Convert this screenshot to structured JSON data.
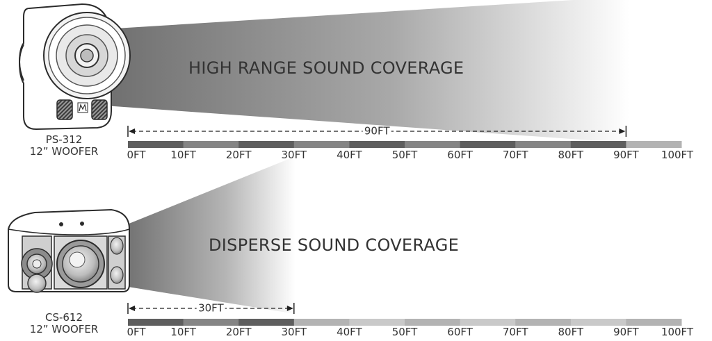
{
  "top": {
    "title": "HIGH RANGE SOUND COVERAGE",
    "speaker_model": "PS-312",
    "speaker_woofer": "12” WOOFER",
    "distance_label": "90FT",
    "coverage_ft": 90
  },
  "bottom": {
    "title": "DISPERSE SOUND COVERAGE",
    "speaker_model": "CS-612",
    "speaker_woofer": "12” WOOFER",
    "distance_label": "30FT",
    "coverage_ft": 30
  },
  "scale": {
    "max_ft": 100,
    "ticks": [
      "0FT",
      "10FT",
      "20FT",
      "30FT",
      "40FT",
      "50FT",
      "60FT",
      "70FT",
      "80FT",
      "90FT",
      "100FT"
    ]
  },
  "colors": {
    "bar_dark_a": "#5e5e5e",
    "bar_dark_b": "#858585",
    "bar_light_a": "#c9c9c9",
    "bar_light_b": "#b3b3b3",
    "beam": "#7d7d7d"
  }
}
